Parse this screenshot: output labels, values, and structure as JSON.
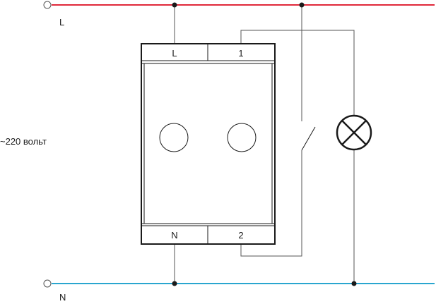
{
  "lines": {
    "phase_label": "L",
    "neutral_label": "N"
  },
  "supply_label": "~220 вольт",
  "device": {
    "terminals": {
      "top_left": "L",
      "top_right": "1",
      "bottom_left": "N",
      "bottom_right": "2"
    }
  },
  "colors": {
    "phase_wire": "#e0283a",
    "neutral_wire": "#2aa6cf",
    "wiring": "#555555"
  },
  "components": {
    "switch_icon": "normally-open-switch-icon",
    "lamp_icon": "lamp-icon"
  }
}
